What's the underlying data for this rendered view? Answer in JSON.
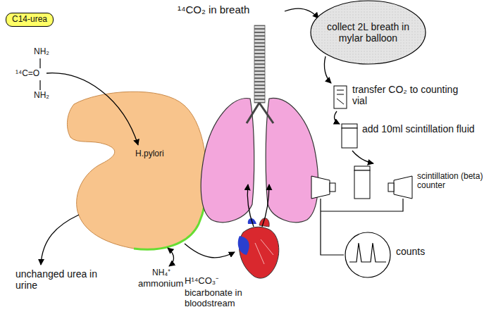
{
  "diagram": {
    "nodes": [
      {
        "text": [
          "C14-urea"
        ]
      },
      {
        "text": [
          "collect 2L breath in mylar balloon"
        ]
      }
    ],
    "labels": [
      "NH₂",
      "¹⁴C=O",
      "NH₂",
      "H.pylori",
      "unchanged urea in urine",
      "NH₄⁺",
      "ammonium",
      "H¹⁴CO₃⁻",
      "bicarbonate in bloodstream",
      "¹⁴CO₂ in breath",
      "transfer CO₂ to counting vial",
      "add 10ml scintillation fluid",
      "scintillation (beta) counter",
      "counts"
    ]
  }
}
